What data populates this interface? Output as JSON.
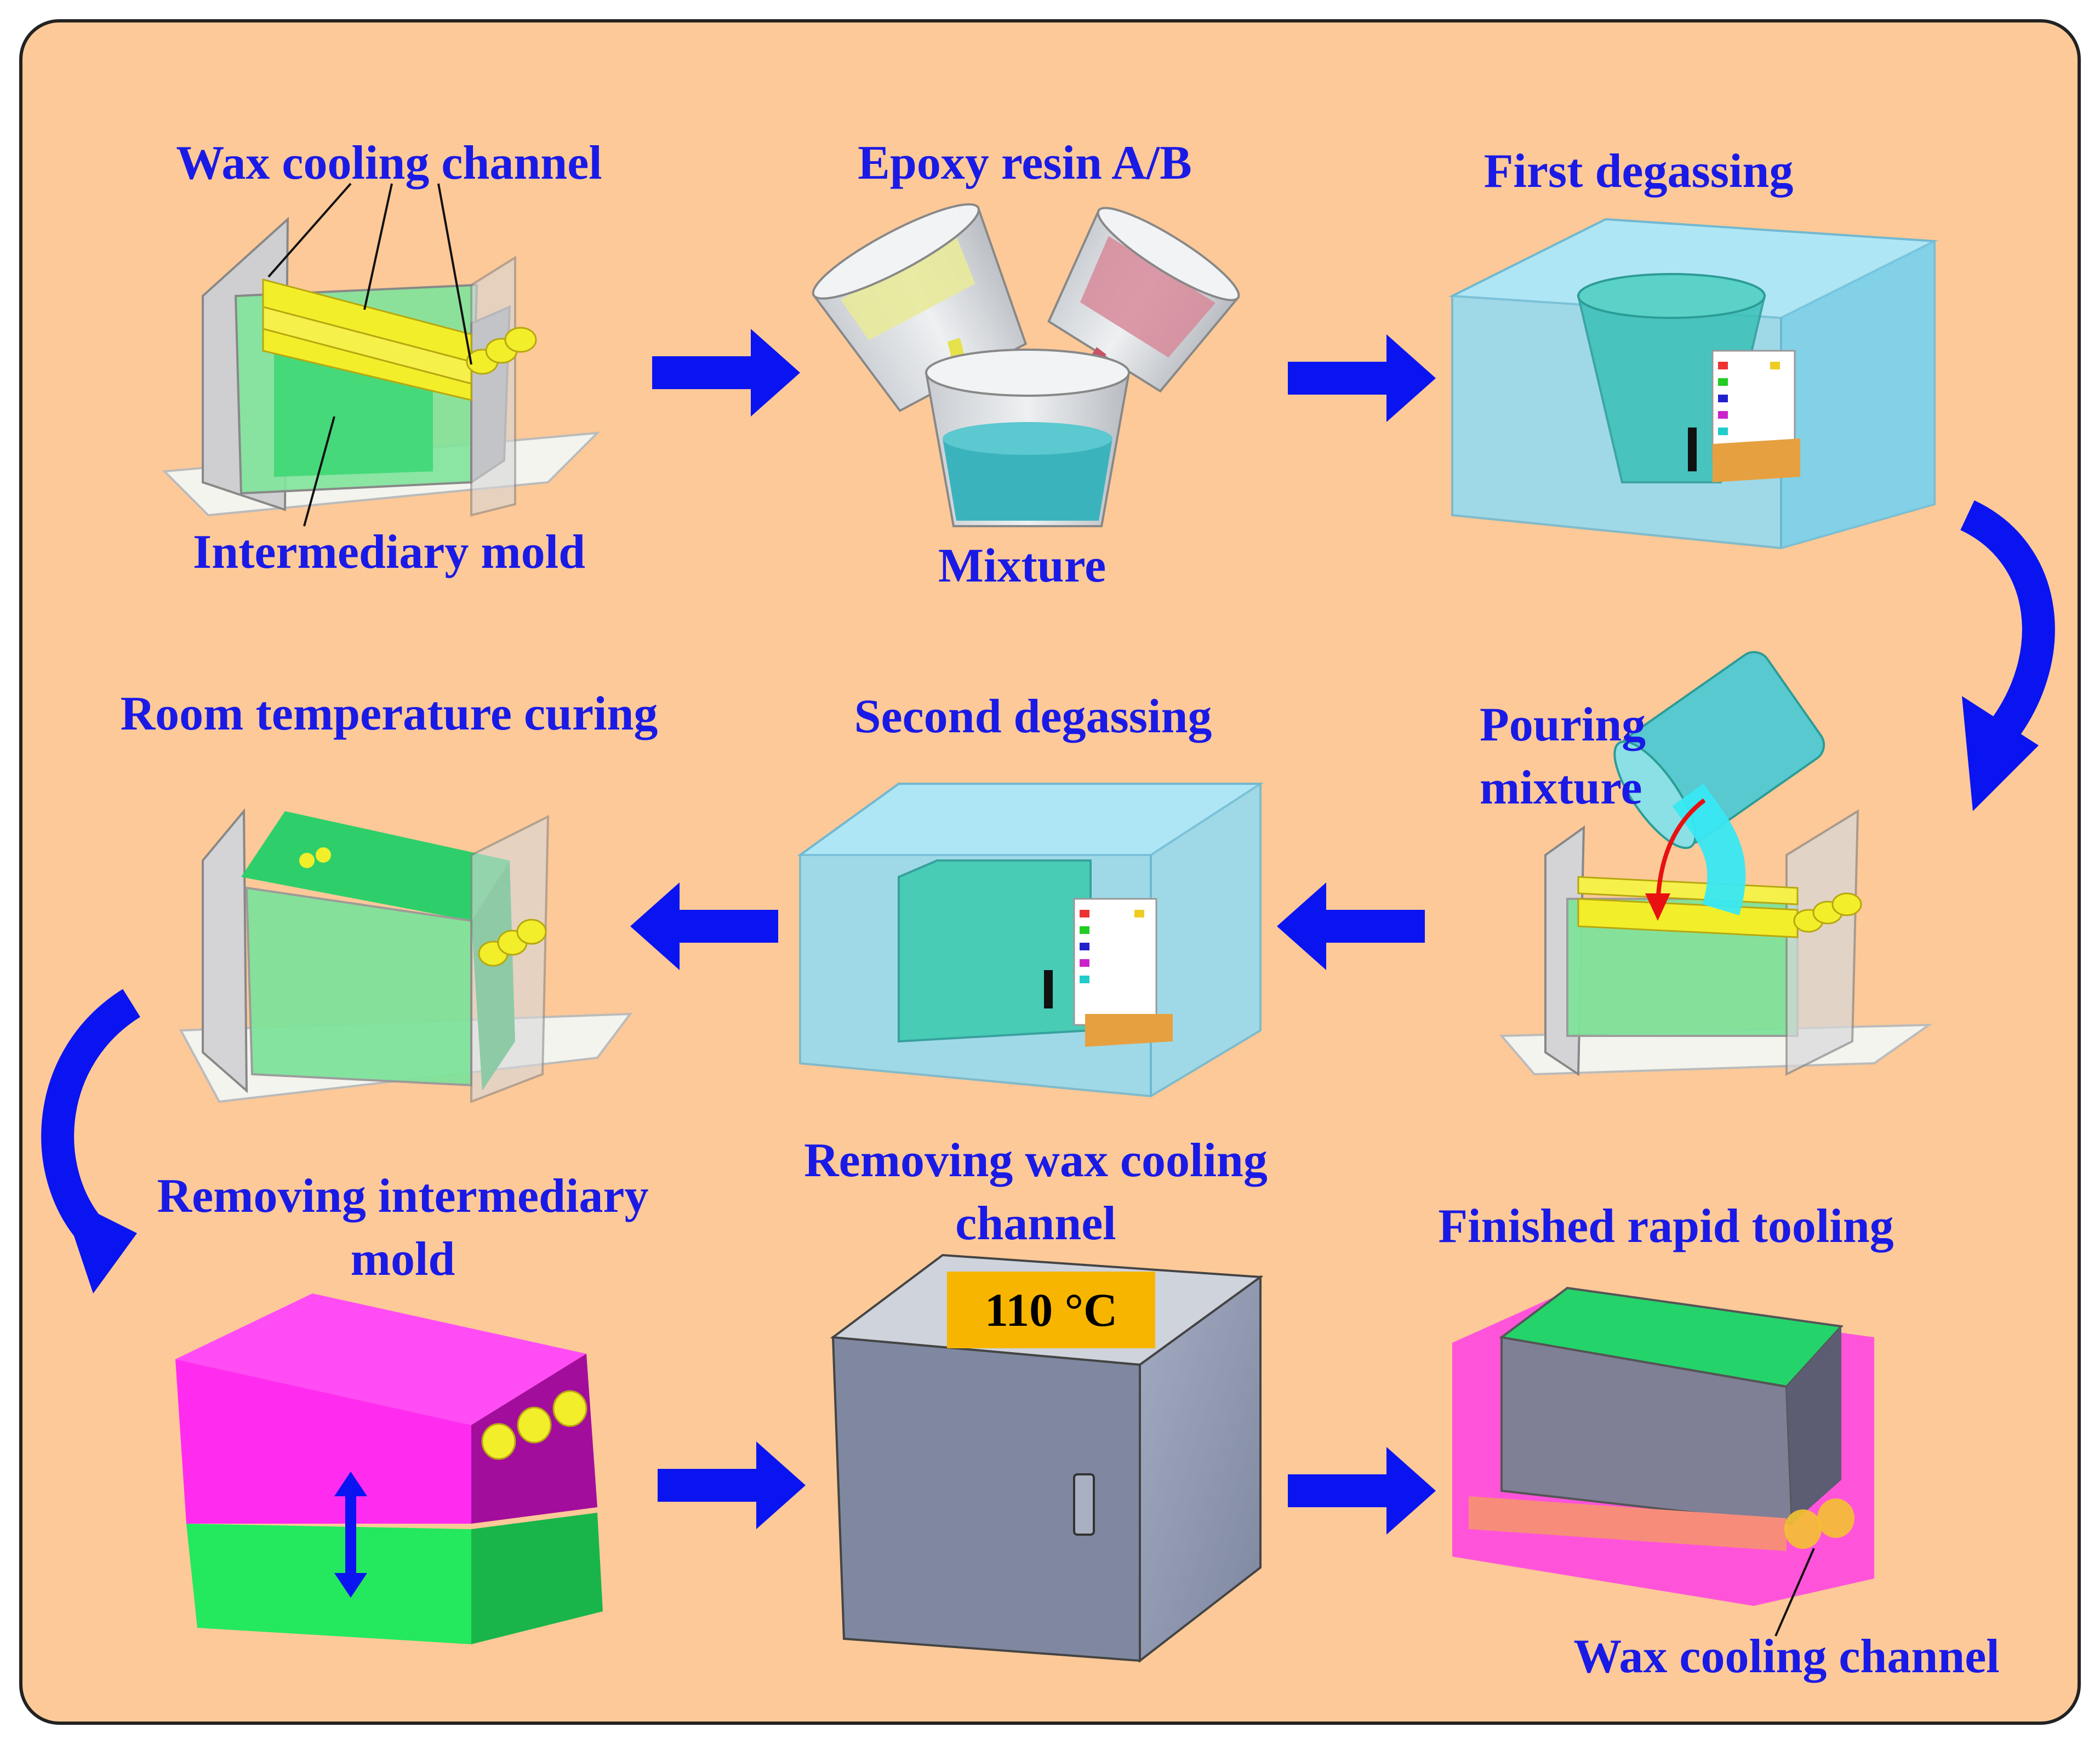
{
  "steps": {
    "wax_channel_top": "Wax cooling channel",
    "intermediary_mold": "Intermediary mold",
    "epoxy": "Epoxy resin A/B",
    "mixture": "Mixture",
    "first_degassing": "First degassing",
    "pouring_line1": "Pouring",
    "pouring_line2": "mixture",
    "second_degassing": "Second degassing",
    "room_curing": "Room temperature curing",
    "removing_mold_line1": "Removing intermediary",
    "removing_mold_line2": "mold",
    "removing_wax_line1": "Removing wax cooling",
    "removing_wax_line2": "channel",
    "oven_temp": "110 °C",
    "finished": "Finished rapid tooling",
    "wax_channel_bottom": "Wax cooling channel"
  },
  "colors": {
    "background": "#fdc998",
    "label": "#1a1ae6",
    "arrow": "#0a14f0",
    "wax": "#f3ee2a",
    "mold_green": "#3de07a",
    "magenta": "#ff2cf0",
    "chamber": "#8fdcf5",
    "oven": "#8a93ab",
    "temp_box": "#f7b500"
  },
  "icons": [
    "flow-arrow-icon",
    "curved-arrow-icon",
    "double-arrow-icon",
    "pour-arrow-icon"
  ]
}
